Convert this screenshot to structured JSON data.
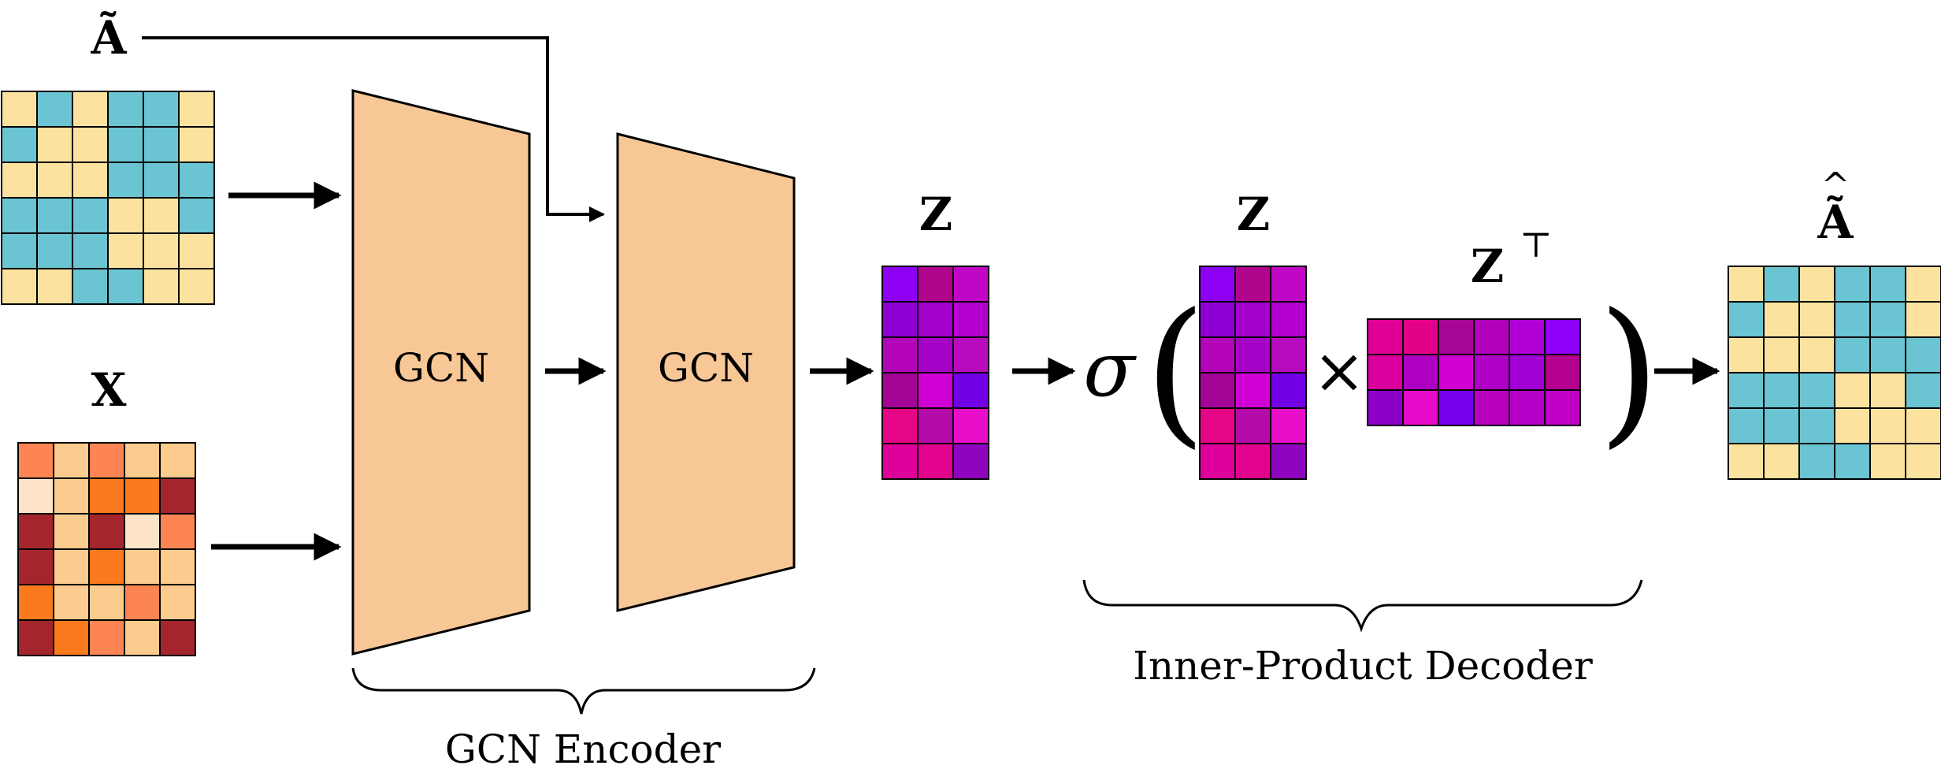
{
  "labels": {
    "adj": "Ã",
    "features": "X",
    "gcn1": "GCN",
    "gcn2": "GCN",
    "z_encoder": "Z",
    "sigma": "σ",
    "paren_open": "(",
    "paren_close": ")",
    "z_decoder": "Z",
    "zt_base": "Z",
    "zt_sup": "⊤",
    "times": "×",
    "recon": "Ã",
    "recon_hat": "^",
    "encoder_caption": "GCN Encoder",
    "decoder_caption": "Inner-Product Decoder"
  },
  "colors": {
    "adj_yellow": "#FBE39F",
    "adj_teal": "#6BC4D1",
    "gcn_block": "#F7C795"
  },
  "matrices": {
    "adjacency": [
      [
        "#FBE39F",
        "#6BC4D1",
        "#FBE39F",
        "#6BC4D1",
        "#6BC4D1",
        "#FBE39F"
      ],
      [
        "#6BC4D1",
        "#FBE39F",
        "#FBE39F",
        "#6BC4D1",
        "#6BC4D1",
        "#FBE39F"
      ],
      [
        "#FBE39F",
        "#FBE39F",
        "#FBE39F",
        "#6BC4D1",
        "#6BC4D1",
        "#6BC4D1"
      ],
      [
        "#6BC4D1",
        "#6BC4D1",
        "#6BC4D1",
        "#FBE39F",
        "#FBE39F",
        "#6BC4D1"
      ],
      [
        "#6BC4D1",
        "#6BC4D1",
        "#6BC4D1",
        "#FBE39F",
        "#FBE39F",
        "#FBE39F"
      ],
      [
        "#FBE39F",
        "#FBE39F",
        "#6BC4D1",
        "#6BC4D1",
        "#FBE39F",
        "#FBE39F"
      ]
    ],
    "features": [
      [
        "#FC8553",
        "#FBCC8E",
        "#FC8553",
        "#FBCC8E",
        "#FBCC8E"
      ],
      [
        "#FDE3C8",
        "#FBCC8E",
        "#FC7A1E",
        "#FC7A1E",
        "#A4262C"
      ],
      [
        "#A4262C",
        "#FBCC8E",
        "#A4262C",
        "#FDE3C8",
        "#FC8553"
      ],
      [
        "#A4262C",
        "#FBCC8E",
        "#FC7A1E",
        "#FBCC8E",
        "#FBCC8E"
      ],
      [
        "#FC7A1E",
        "#FBCC8E",
        "#FBCC8E",
        "#FC8553",
        "#FBCC8E"
      ],
      [
        "#A4262C",
        "#FC7A1E",
        "#FC8553",
        "#FBCC8E",
        "#A4262C"
      ]
    ],
    "embedding": [
      [
        "#8D00F3",
        "#B1048C",
        "#C007C6"
      ],
      [
        "#8F00D5",
        "#A300CC",
        "#B400CE"
      ],
      [
        "#B304B7",
        "#A500C6",
        "#B80BBD"
      ],
      [
        "#A30496",
        "#D000D4",
        "#7100E4"
      ],
      [
        "#E40684",
        "#B40AA8",
        "#E90FC9"
      ],
      [
        "#DF009C",
        "#E2028E",
        "#8E04BF"
      ]
    ],
    "embedding_t": [
      [
        "#E00097",
        "#E4018A",
        "#A60695",
        "#B000B9",
        "#B100D5",
        "#8F00F8"
      ],
      [
        "#DB009D",
        "#AD00C0",
        "#D000D3",
        "#AF00C6",
        "#A100D4",
        "#B4008E"
      ],
      [
        "#8E00CA",
        "#E70BC9",
        "#7600EE",
        "#B900BD",
        "#B400C7",
        "#C000C6"
      ]
    ]
  }
}
